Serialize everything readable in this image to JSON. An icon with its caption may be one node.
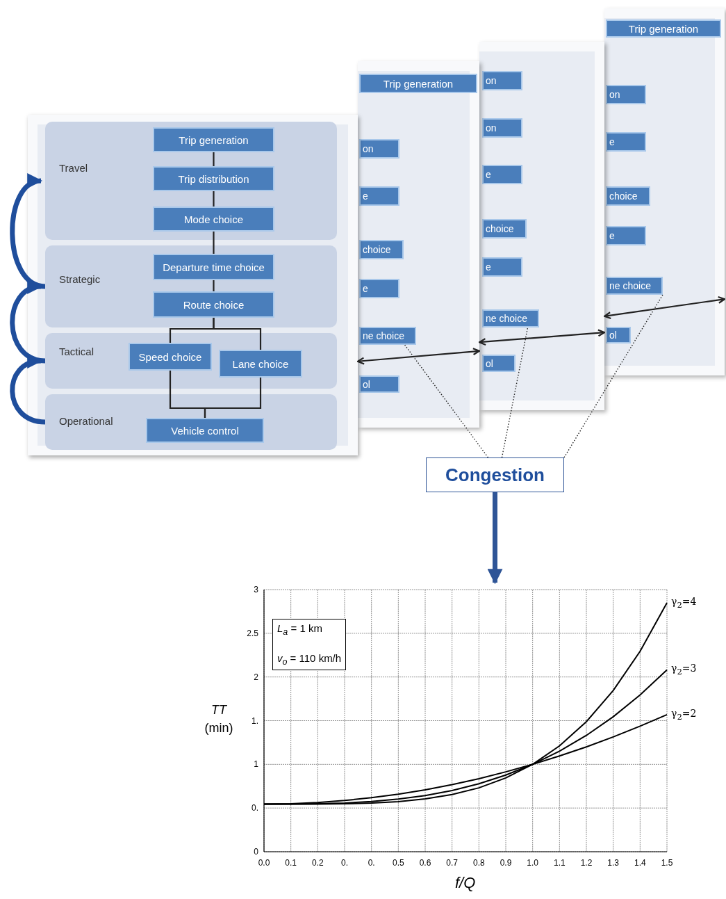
{
  "diagram": {
    "nodes": [
      {
        "text": [],
        "shape": "box"
      },
      {
        "text": [
          "Travel"
        ],
        "in": 0
      },
      {
        "text": [
          "Trip generation"
        ],
        "in": 1
      },
      {
        "text": [
          "Trip distribution"
        ],
        "in": 1
      },
      {
        "text": [
          "Mode choice"
        ],
        "in": 1
      },
      {
        "text": [
          "Strategic"
        ],
        "in": 0
      },
      {
        "text": [
          "Departure time choice"
        ],
        "in": 5
      },
      {
        "text": [
          "Route choice"
        ],
        "in": 5
      },
      {
        "text": [
          "Tactical"
        ],
        "in": 0
      },
      {
        "text": [
          "Speed choice"
        ],
        "in": 8
      },
      {
        "text": [
          "Lane choice"
        ],
        "in": 8
      },
      {
        "text": [
          "Operational"
        ],
        "in": 0
      },
      {
        "text": [
          "Vehicle control"
        ],
        "in": 11
      },
      {
        "text": [],
        "shape": "box"
      },
      {
        "text": [
          "Trip generation"
        ],
        "in": 13
      },
      {
        "text": [
          "on"
        ],
        "in": 13
      },
      {
        "text": [
          "e"
        ],
        "in": 13
      },
      {
        "text": [
          "choice"
        ],
        "in": 13
      },
      {
        "text": [
          "e"
        ],
        "in": 13
      },
      {
        "text": [
          "ne choice"
        ],
        "in": 13
      },
      {
        "text": [
          "ol"
        ],
        "in": 13
      },
      {
        "text": [],
        "shape": "box"
      },
      {
        "text": [
          "on"
        ],
        "in": 21
      },
      {
        "text": [
          "on"
        ],
        "in": 21
      },
      {
        "text": [
          "e"
        ],
        "in": 21
      },
      {
        "text": [
          "choice"
        ],
        "in": 21
      },
      {
        "text": [
          "e"
        ],
        "in": 21
      },
      {
        "text": [
          "ne choice"
        ],
        "in": 21
      },
      {
        "text": [
          "ol"
        ],
        "in": 21
      },
      {
        "text": [],
        "shape": "box"
      },
      {
        "text": [
          "Trip generation"
        ],
        "in": 29
      },
      {
        "text": [
          "on"
        ],
        "in": 29
      },
      {
        "text": [
          "e"
        ],
        "in": 29
      },
      {
        "text": [
          "choice"
        ],
        "in": 29
      },
      {
        "text": [
          "e"
        ],
        "in": 29
      },
      {
        "text": [
          "ne choice"
        ],
        "in": 29
      },
      {
        "text": [
          "ol"
        ],
        "in": 29
      },
      {
        "text": [
          "Congestion"
        ]
      }
    ],
    "edges": [
      {
        "from": 2,
        "to": 3,
        "arrow": "none"
      },
      {
        "from": 3,
        "to": 4,
        "arrow": "none"
      },
      {
        "from": 4,
        "to": 6,
        "arrow": "none"
      },
      {
        "from": 6,
        "to": 7,
        "arrow": "none"
      },
      {
        "from": 7,
        "to": 9,
        "arrow": "none"
      },
      {
        "from": 7,
        "to": 10,
        "arrow": "none"
      },
      {
        "from": 9,
        "to": 12,
        "arrow": "none"
      },
      {
        "from": 10,
        "to": 12,
        "arrow": "none"
      },
      {
        "from": 5,
        "to": 1,
        "arrow": "to",
        "style": "thick",
        "color": "#1f4e9c"
      },
      {
        "from": 8,
        "to": 5,
        "arrow": "to",
        "style": "thick",
        "color": "#1f4e9c"
      },
      {
        "from": 11,
        "to": 8,
        "arrow": "to",
        "style": "thick",
        "color": "#1f4e9c"
      },
      {
        "from": 0,
        "to": 13,
        "arrow": "both"
      },
      {
        "from": 13,
        "to": 21,
        "arrow": "both"
      },
      {
        "from": 21,
        "to": 29,
        "arrow": "both"
      },
      {
        "from": 37,
        "to": 19,
        "arrow": "none",
        "style": "dashed"
      },
      {
        "from": 37,
        "to": 27,
        "arrow": "none",
        "style": "dashed"
      },
      {
        "from": 37,
        "to": 35,
        "arrow": "none",
        "style": "dashed"
      },
      {
        "from": 37,
        "to": null,
        "arrow": "to",
        "style": "thick",
        "color": "#2f5597"
      }
    ],
    "chart_data": {
      "type": "line",
      "xlabel": "f/Q",
      "ylabel": "*TT* (min)",
      "x": [
        0,
        0.1,
        0.2,
        0.3,
        0.4,
        0.5,
        0.6,
        0.7,
        0.8,
        0.9,
        1.0,
        1.1,
        1.2,
        1.3,
        1.4,
        1.5
      ],
      "series": [
        {
          "name": "γ$_{2}$=4",
          "color": "#000000",
          "values": [
            0.545,
            0.545,
            0.546,
            0.549,
            0.557,
            0.573,
            0.604,
            0.654,
            0.731,
            0.844,
            1.0,
            1.211,
            1.488,
            1.845,
            2.293,
            2.848
          ]
        },
        {
          "name": "γ$_{2}$=3",
          "color": "#000000",
          "values": [
            0.545,
            0.545,
            0.549,
            0.557,
            0.574,
            0.602,
            0.643,
            0.701,
            0.778,
            0.877,
            1.0,
            1.151,
            1.331,
            1.545,
            1.794,
            2.081
          ]
        },
        {
          "name": "γ$_{2}$=2",
          "color": "#000000",
          "values": [
            0.545,
            0.55,
            0.563,
            0.586,
            0.618,
            0.659,
            0.709,
            0.768,
            0.836,
            0.914,
            1.0,
            1.096,
            1.2,
            1.314,
            1.437,
            1.569
          ]
        }
      ],
      "xlim": [
        0,
        1.5
      ],
      "ylim": [
        0,
        3
      ],
      "grid": true,
      "xticks": [
        {
          "value": 0,
          "label": "0.0"
        },
        {
          "value": 0.1,
          "label": "0.1"
        },
        {
          "value": 0.2,
          "label": "0.2"
        },
        {
          "value": 0.3,
          "label": "0."
        },
        {
          "value": 0.4,
          "label": "0."
        },
        {
          "value": 0.5,
          "label": "0.5"
        },
        {
          "value": 0.6,
          "label": "0.6"
        },
        {
          "value": 0.7,
          "label": "0.7"
        },
        {
          "value": 0.8,
          "label": "0.8"
        },
        {
          "value": 0.9,
          "label": "0.9"
        },
        {
          "value": 1.0,
          "label": "1.0"
        },
        {
          "value": 1.1,
          "label": "1.1"
        },
        {
          "value": 1.2,
          "label": "1.2"
        },
        {
          "value": 1.3,
          "label": "1.3"
        },
        {
          "value": 1.4,
          "label": "1.4"
        },
        {
          "value": 1.5,
          "label": "1.5"
        }
      ],
      "yticks": [
        0,
        {
          "value": 0.5,
          "label": "0."
        },
        1,
        {
          "value": 1.5,
          "label": "1."
        },
        2,
        2.5,
        3
      ],
      "annotations": [
        "*L*$_{a}$ = 1 km",
        "*v*$_{o}$ = 110 km/h"
      ]
    }
  }
}
